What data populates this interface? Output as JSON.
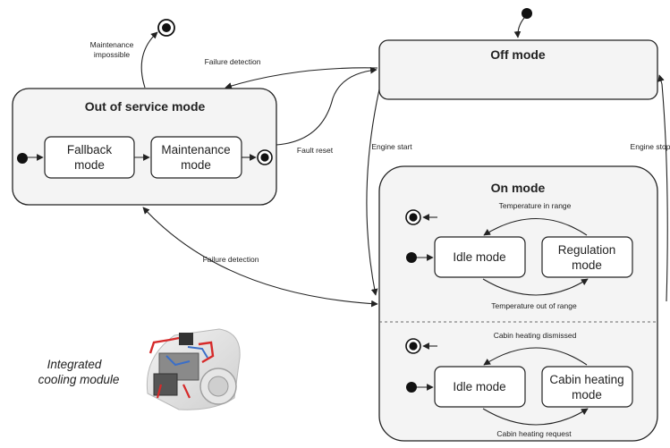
{
  "states": {
    "off_mode": "Off mode",
    "out_of_service": "Out of service mode",
    "fallback": [
      "Fallback",
      "mode"
    ],
    "maintenance": [
      "Maintenance",
      "mode"
    ],
    "on_mode": "On mode",
    "idle_1": "Idle mode",
    "regulation": [
      "Regulation",
      "mode"
    ],
    "idle_2": "Idle mode",
    "cabin_heating": [
      "Cabin heating",
      "mode"
    ]
  },
  "transitions": {
    "maintenance_impossible": [
      "Maintenance",
      "impossible"
    ],
    "failure_detection_top": "Failure detection",
    "fault_reset": "Fault reset",
    "engine_start": "Engine start",
    "engine_stop": "Engine stop",
    "failure_detection_bottom": "Failure detection",
    "temperature_in_range": "Temperature in range",
    "temperature_out_of_range": "Temperature out of range",
    "cabin_heating_dismissed": "Cabin heating dismissed",
    "cabin_heating_request": "Cabin heating request"
  },
  "illustration": {
    "caption": [
      "Integrated",
      "cooling module"
    ]
  },
  "colors": {
    "stroke": "#222222",
    "state_fill": "#f4f4f4",
    "box_fill": "#ffffff"
  }
}
